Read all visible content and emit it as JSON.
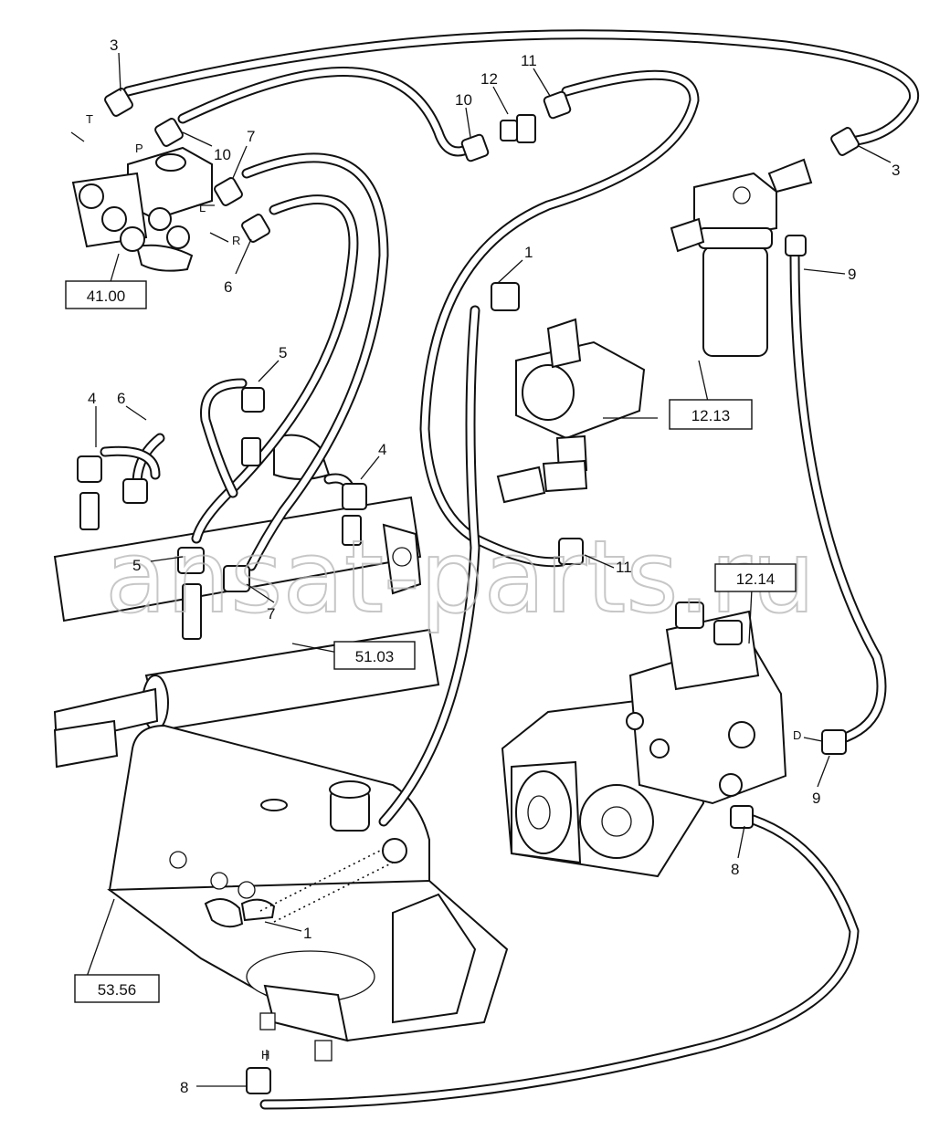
{
  "watermark": "ansat-parts.ru",
  "references": [
    {
      "id": "ref-41-00",
      "label": "41.00"
    },
    {
      "id": "ref-12-13",
      "label": "12.13"
    },
    {
      "id": "ref-12-14",
      "label": "12.14"
    },
    {
      "id": "ref-51-03",
      "label": "51.03"
    },
    {
      "id": "ref-53-56",
      "label": "53.56"
    }
  ],
  "callouts": [
    "3",
    "10",
    "12",
    "11",
    "3",
    "7",
    "6",
    "10",
    "1",
    "9",
    "5",
    "4",
    "6",
    "4",
    "5",
    "7",
    "11",
    "9",
    "8",
    "1",
    "8"
  ],
  "ports": [
    "T",
    "P",
    "L",
    "R",
    "D",
    "H"
  ]
}
